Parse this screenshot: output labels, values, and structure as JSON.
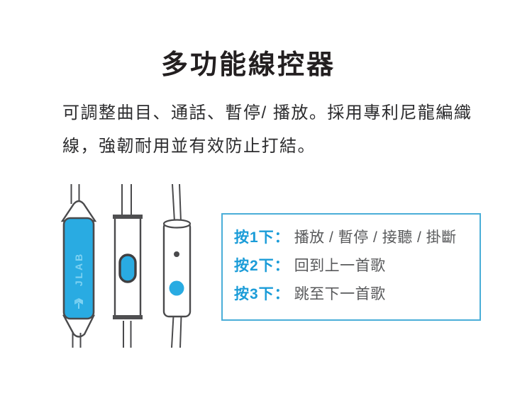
{
  "page": {
    "title": "多功能線控器",
    "description": "可調整曲目、通話、暫停/ 播放。採用專利尼龍編織線，強韌耐用並有效防止打結。"
  },
  "illustration": {
    "brand_label": "JLAB"
  },
  "remote_guide": {
    "rows": [
      {
        "label": "按1下：",
        "text": "播放 / 暫停 / 接聽 / 掛斷"
      },
      {
        "label": "按2下：",
        "text": "回到上一首歌"
      },
      {
        "label": "按3下：",
        "text": "跳至下一首歌"
      }
    ]
  },
  "colors": {
    "accent_blue": "#29ABE2",
    "label_blue": "#1B9CD8",
    "box_border_blue": "#4AAED8",
    "title_dark": "#231F20",
    "instruction_gray": "#58595B",
    "outline_gray": "#4A4A4C"
  }
}
